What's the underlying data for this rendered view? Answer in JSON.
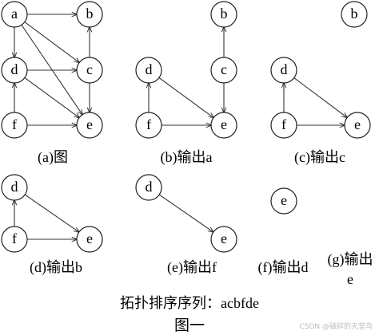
{
  "node_labels": {
    "a": "a",
    "b": "b",
    "c": "c",
    "d": "d",
    "e": "e",
    "f": "f"
  },
  "panels": [
    {
      "id": "a",
      "caption": "(a)图",
      "nodes": [
        "a",
        "b",
        "c",
        "d",
        "e",
        "f"
      ],
      "edges": [
        [
          "a",
          "b"
        ],
        [
          "a",
          "c"
        ],
        [
          "a",
          "d"
        ],
        [
          "a",
          "e"
        ],
        [
          "c",
          "b"
        ],
        [
          "c",
          "e"
        ],
        [
          "d",
          "c"
        ],
        [
          "d",
          "e"
        ],
        [
          "f",
          "d"
        ],
        [
          "f",
          "e"
        ]
      ]
    },
    {
      "id": "b",
      "caption": "(b)输出a",
      "nodes": [
        "b",
        "c",
        "d",
        "e",
        "f"
      ],
      "edges": [
        [
          "c",
          "b"
        ],
        [
          "c",
          "e"
        ],
        [
          "d",
          "e"
        ],
        [
          "f",
          "d"
        ],
        [
          "f",
          "e"
        ]
      ]
    },
    {
      "id": "c",
      "caption": "(c)输出c",
      "nodes": [
        "b",
        "d",
        "e",
        "f"
      ],
      "edges": [
        [
          "d",
          "e"
        ],
        [
          "f",
          "d"
        ],
        [
          "f",
          "e"
        ]
      ]
    },
    {
      "id": "d",
      "caption": "(d)输出b",
      "nodes": [
        "d",
        "e",
        "f"
      ],
      "edges": [
        [
          "d",
          "e"
        ],
        [
          "f",
          "d"
        ],
        [
          "f",
          "e"
        ]
      ]
    },
    {
      "id": "e",
      "caption": "(e)输出f",
      "nodes": [
        "d",
        "e"
      ],
      "edges": [
        [
          "d",
          "e"
        ]
      ]
    },
    {
      "id": "f",
      "caption": "(f)输出d",
      "nodes": [
        "e"
      ],
      "edges": []
    },
    {
      "id": "g",
      "caption": [
        "(g)输出",
        "e"
      ],
      "nodes": [],
      "edges": []
    }
  ],
  "sequence": "拓扑排序序列：acbfde",
  "figure_title": "图一",
  "watermark": "CSDN @磁碎的天堂鸟"
}
